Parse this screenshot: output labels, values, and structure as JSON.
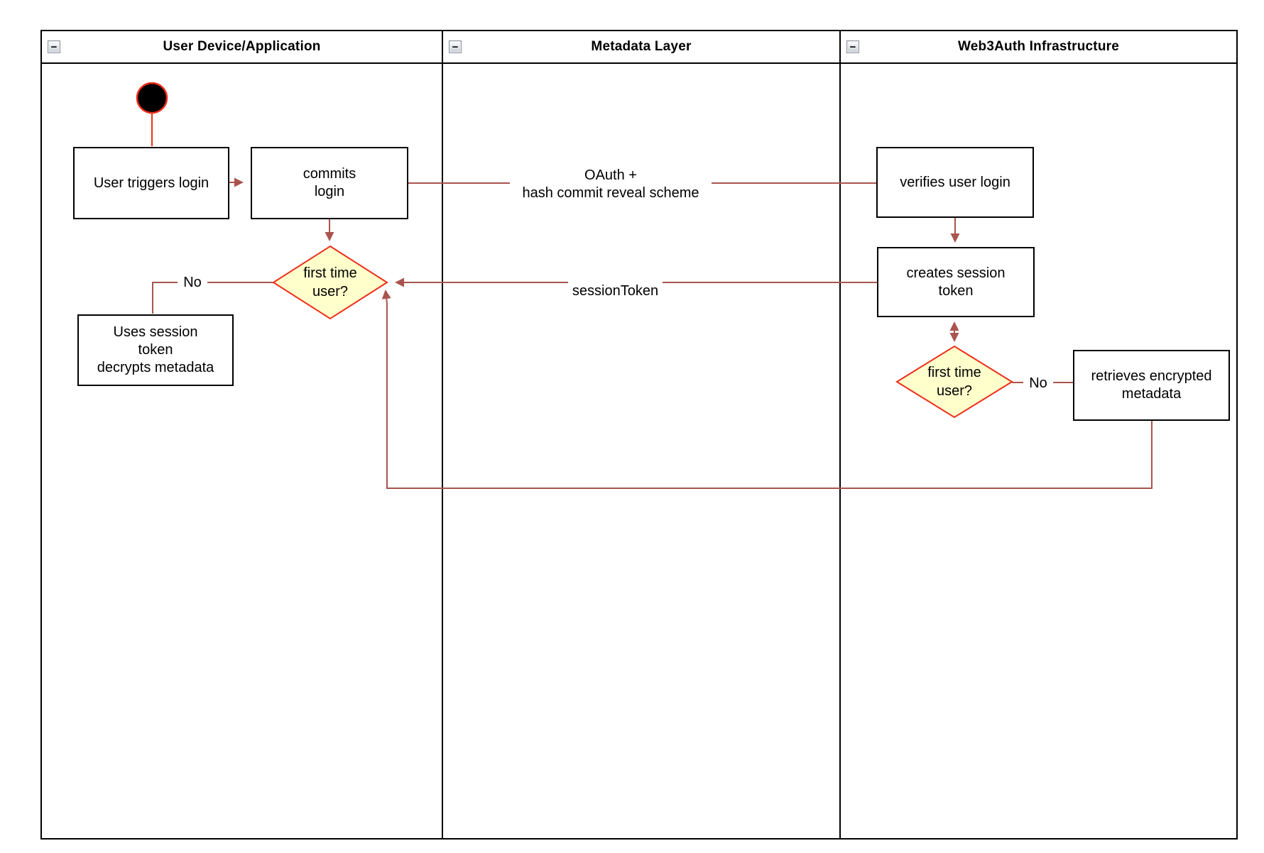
{
  "lanes": [
    {
      "title": "User Device/Application"
    },
    {
      "title": "Metadata Layer"
    },
    {
      "title": "Web3Auth Infrastructure"
    }
  ],
  "icons": {
    "collapse": {
      "name": "collapse-minus-icon",
      "glyph": "−"
    }
  },
  "nodes": {
    "user_triggers_login": {
      "label": "User triggers login"
    },
    "commits_login": {
      "label": "commits\nlogin"
    },
    "first_time_user_1": {
      "label": "first time\nuser?"
    },
    "uses_session_token": {
      "label": "Uses session\ntoken\ndecrypts metadata"
    },
    "verifies_user_login": {
      "label": "verifies user login"
    },
    "creates_session_token": {
      "label": "creates session\ntoken"
    },
    "first_time_user_2": {
      "label": "first time\nuser?"
    },
    "retrieves_encrypted_metadata": {
      "label": "retrieves encrypted\nmetadata"
    }
  },
  "edge_labels": {
    "oauth": "OAuth +\nhash commit reveal scheme",
    "session_token": "sessionToken",
    "no_left": "No",
    "no_right": "No"
  },
  "colors": {
    "edge": "#a9544d",
    "shape_border": "#ee2e1a",
    "diamond_fill": "#ffffcc",
    "start_fill": "#000000"
  }
}
